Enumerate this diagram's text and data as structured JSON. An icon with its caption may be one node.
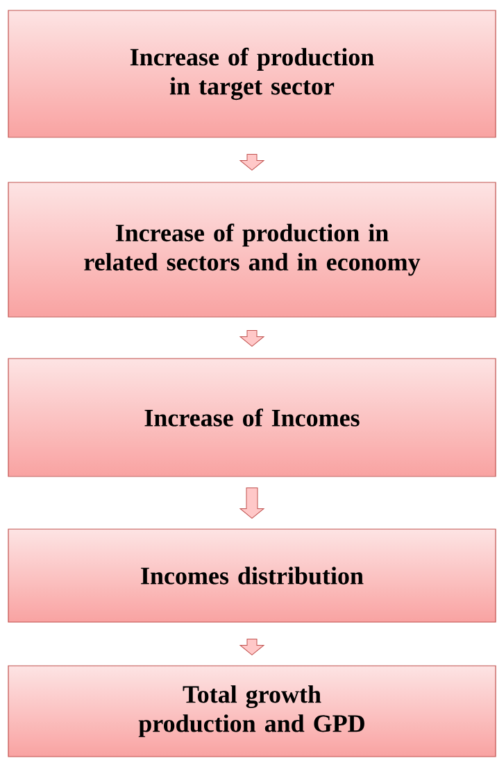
{
  "diagram": {
    "nodes": [
      {
        "text": [
          "Increase of production in target sector"
        ]
      },
      {
        "text": [
          "Increase of production in related sectors and in economy"
        ]
      },
      {
        "text": [
          "Increase of Incomes"
        ]
      },
      {
        "text": [
          "Incomes distribution"
        ]
      },
      {
        "text": [
          "Total growth production and GPD"
        ]
      }
    ],
    "edges": [
      {
        "from": 0,
        "to": 1,
        "arrow": "to"
      },
      {
        "from": 1,
        "to": 2,
        "arrow": "to"
      },
      {
        "from": 2,
        "to": 3,
        "arrow": "to"
      },
      {
        "from": 3,
        "to": 4,
        "arrow": "to"
      }
    ]
  }
}
